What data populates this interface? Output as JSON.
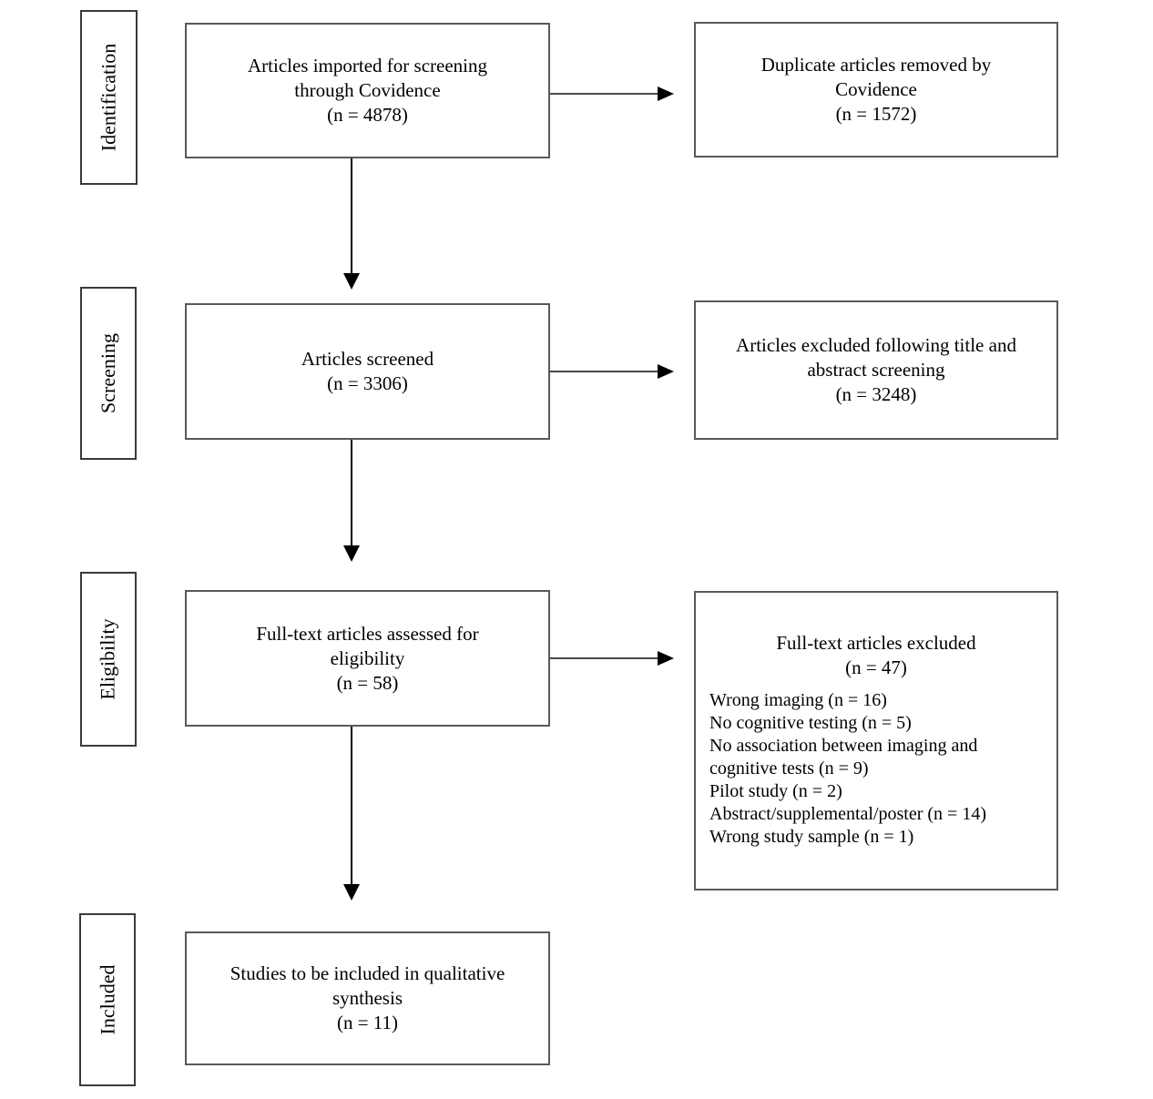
{
  "diagram": {
    "kind": "prisma-flow-diagram",
    "colors": {
      "background": "#ffffff",
      "box_border": "#595959",
      "stage_border": "#3a3a3a",
      "arrow": "#000000",
      "text": "#000000"
    },
    "stages": [
      {
        "sidebar_label": "Identification",
        "main_text": "Articles imported for screening\nthrough Covidence\n(n = 4878)",
        "side_text": "Duplicate articles removed by\nCovidence\n(n = 1572)"
      },
      {
        "sidebar_label": "Screening",
        "main_text": "Articles screened\n(n = 3306)",
        "side_text": "Articles excluded following title and\nabstract screening\n(n = 3248)"
      },
      {
        "sidebar_label": "Eligibility",
        "main_text": "Full-text articles assessed for\neligibility\n(n = 58)",
        "side_title": "Full-text articles excluded\n(n = 47)",
        "side_reasons": [
          "Wrong imaging (n = 16)",
          "No cognitive testing (n = 5)",
          "No association between imaging and cognitive tests (n = 9)",
          "Pilot study (n = 2)",
          "Abstract/supplemental/poster (n = 14)",
          "Wrong study sample (n = 1)"
        ]
      },
      {
        "sidebar_label": "Included",
        "main_text": "Studies to be included in qualitative\nsynthesis\n(n = 11)"
      }
    ]
  }
}
